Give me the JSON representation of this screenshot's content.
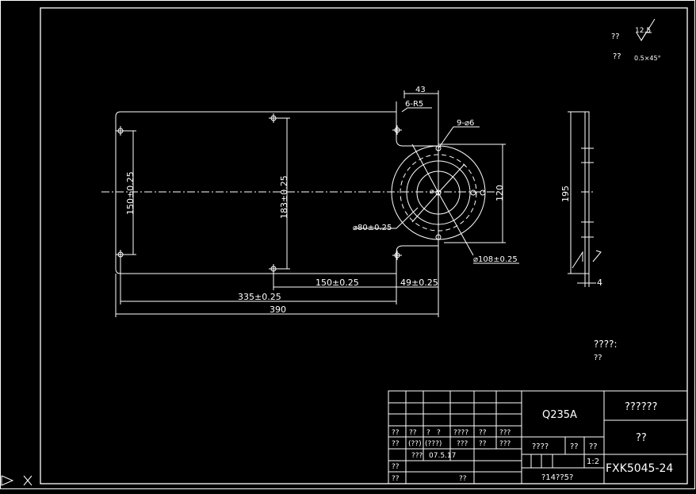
{
  "roughness": {
    "label": "??",
    "value": "12.5",
    "chamfer_label": "??",
    "chamfer_value": "0.5×45°"
  },
  "dims": {
    "d43": "43",
    "r6": "6-R5",
    "holes9": "9-⌀6",
    "d150v": "150±0.25",
    "d183v": "183±0.25",
    "d120": "120",
    "d80": "⌀80±0.25",
    "d108": "⌀108±0.25",
    "phi": "⌀",
    "d150h": "150±0.25",
    "d49": "49±0.25",
    "d335": "335±0.25",
    "d390": "390",
    "d195": "195",
    "d4": "4"
  },
  "notes": {
    "title": "????:",
    "line1": "??"
  },
  "title_block": {
    "material": "Q235A",
    "company": "??????",
    "part_name": "??",
    "drawing_no": "FXK5045-24",
    "scale": "1:2",
    "sheet": "?14??5?",
    "stage": "????",
    "weight_label": "??",
    "scale_label": "??",
    "row1": [
      "??",
      "??",
      "?",
      "?",
      "????",
      "??",
      "???"
    ],
    "row2": [
      "??",
      "(??)",
      "(???)",
      "???",
      "??",
      "???"
    ],
    "designer": "???",
    "date": "07.5.17",
    "check": "??",
    "approve_a": "??",
    "approve_b": "??"
  }
}
